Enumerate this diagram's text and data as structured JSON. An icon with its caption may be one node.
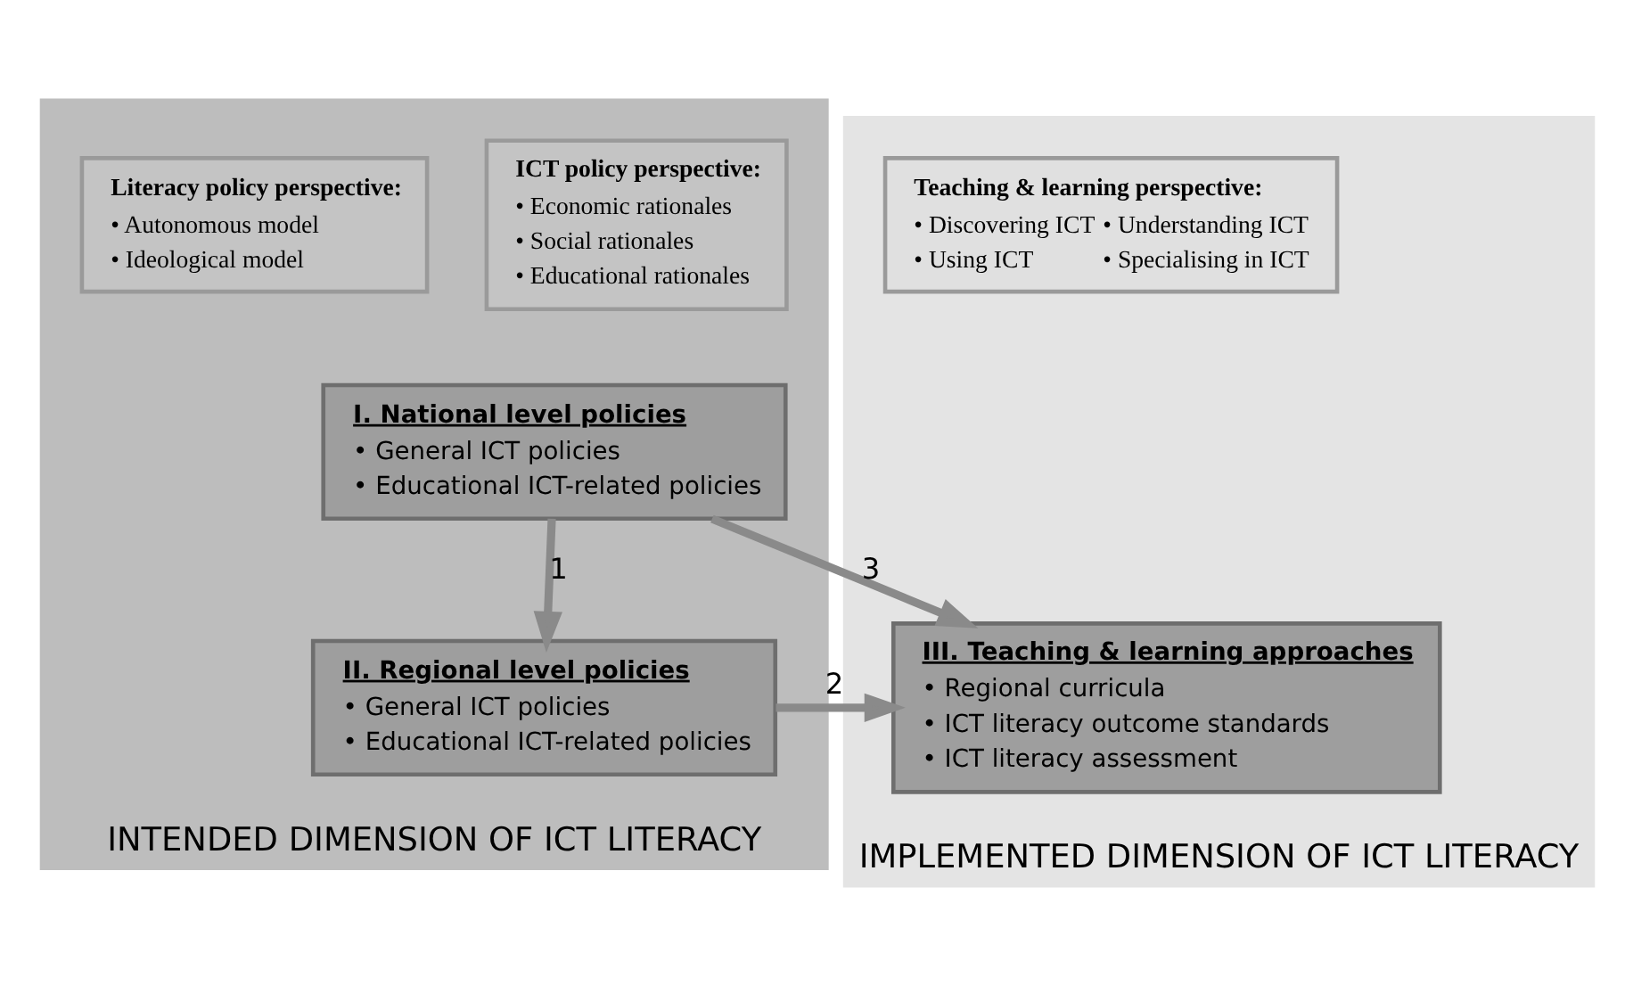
{
  "diagram": {
    "nodes": [
      {
        "text": [
          "INTENDED DIMENSION OF ICT LITERACY"
        ]
      },
      {
        "text": [
          "ICT policy perspective:",
          "• Economic rationales",
          "• Social rationales",
          "• Educational rationales"
        ],
        "in": 0
      },
      {
        "text": [
          "Literacy policy perspective:",
          "• Autonomous model",
          "• Ideological model"
        ],
        "in": 0
      },
      {
        "text": [
          "I. National level policies",
          "• General ICT policies",
          "• Educational ICT-related policies"
        ],
        "in": 0
      },
      {
        "text": [
          "II. Regional level policies",
          "• General ICT policies",
          "• Educational ICT-related policies"
        ],
        "in": 0
      },
      {
        "text": [
          "IMPLEMENTED DIMENSION OF ICT LITERACY"
        ]
      },
      {
        "text": [
          "Teaching & learning perspective:",
          "• Discovering ICT",
          "• Understanding ICT",
          "• Using ICT",
          "• Specialising in ICT"
        ],
        "in": 5
      },
      {
        "text": [
          "III. Teaching & learning approaches",
          "• Regional curricula",
          "• ICT literacy outcome standards",
          "• ICT literacy assessment"
        ],
        "in": 5
      }
    ],
    "edges": [
      {
        "from": 3,
        "to": 4,
        "arrow": "to",
        "label": "1"
      },
      {
        "from": 4,
        "to": 7,
        "arrow": "to",
        "label": "2"
      },
      {
        "from": 3,
        "to": 7,
        "arrow": "to",
        "label": "3"
      }
    ]
  }
}
